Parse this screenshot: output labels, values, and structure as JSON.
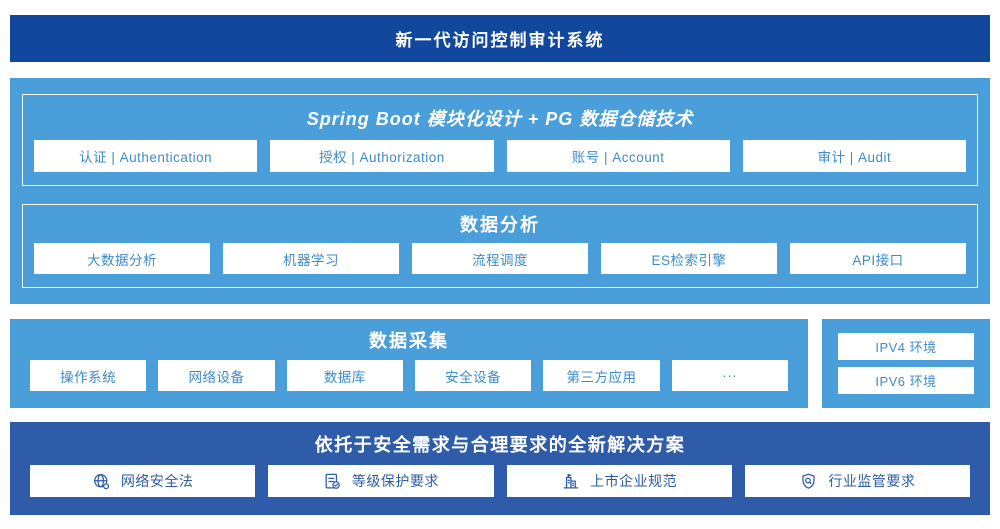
{
  "colors": {
    "dark_blue": "#11479c",
    "medium_blue": "#2e5ca8",
    "light_blue": "#4a9ed9",
    "box_text_blue": "#3d8bcd"
  },
  "header": {
    "title": "新一代访问控制审计系统"
  },
  "platform": {
    "spring_boot": {
      "title": "Spring Boot 模块化设计 + PG 数据仓储技术",
      "modules": [
        "认证 | Authentication",
        "授权 | Authorization",
        "账号 | Account",
        "审计 | Audit"
      ]
    },
    "data_analysis": {
      "title": "数据分析",
      "modules": [
        "大数据分析",
        "机器学习",
        "流程调度",
        "ES检索引擎",
        "API接口"
      ]
    }
  },
  "data_collection": {
    "title": "数据采集",
    "sources": [
      "操作系统",
      "网络设备",
      "数据库",
      "安全设备",
      "第三方应用",
      "···"
    ]
  },
  "environments": {
    "items": [
      "IPV4 环境",
      "IPV6 环境"
    ]
  },
  "solution": {
    "title": "依托于安全需求与合理要求的全新解决方案",
    "items": [
      {
        "label": "网络安全法",
        "icon": "globe-icon"
      },
      {
        "label": "等级保护要求",
        "icon": "document-check-icon"
      },
      {
        "label": "上市企业规范",
        "icon": "building-icon"
      },
      {
        "label": "行业监管要求",
        "icon": "shield-magnifier-icon"
      }
    ]
  }
}
